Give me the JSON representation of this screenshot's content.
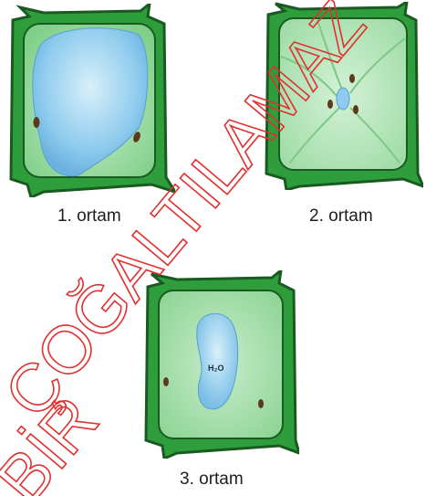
{
  "cells": [
    {
      "label": "1. ortam"
    },
    {
      "label": "2. ortam"
    },
    {
      "label": "3. ortam",
      "vacuole_text": "H₂O"
    }
  ],
  "watermark": {
    "text": "ÇOĞALTILAMAZ",
    "text_lower": "BİR",
    "color": "#e03030"
  },
  "colors": {
    "cell_wall": "#2e9e3c",
    "wall_dark": "#1a5a20",
    "cytoplasm": "#9fdca6",
    "vacuole": "#8fcbee"
  }
}
